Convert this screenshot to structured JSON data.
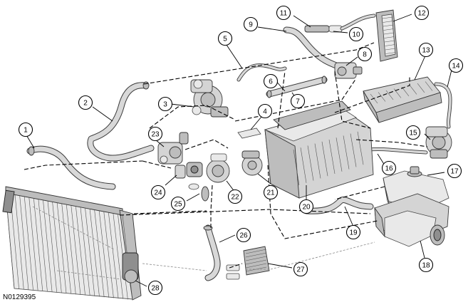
{
  "figure": {
    "reference_code": "N0129395"
  },
  "callouts": [
    {
      "label": "1"
    },
    {
      "label": "2"
    },
    {
      "label": "3"
    },
    {
      "label": "4"
    },
    {
      "label": "5"
    },
    {
      "label": "6"
    },
    {
      "label": "7"
    },
    {
      "label": "8"
    },
    {
      "label": "9"
    },
    {
      "label": "10"
    },
    {
      "label": "11"
    },
    {
      "label": "12"
    },
    {
      "label": "13"
    },
    {
      "label": "14"
    },
    {
      "label": "15"
    },
    {
      "label": "16"
    },
    {
      "label": "17"
    },
    {
      "label": "18"
    },
    {
      "label": "19"
    },
    {
      "label": "20"
    },
    {
      "label": "21"
    },
    {
      "label": "22"
    },
    {
      "label": "23"
    },
    {
      "label": "24"
    },
    {
      "label": "25"
    },
    {
      "label": "26"
    },
    {
      "label": "27"
    },
    {
      "label": "28"
    }
  ]
}
